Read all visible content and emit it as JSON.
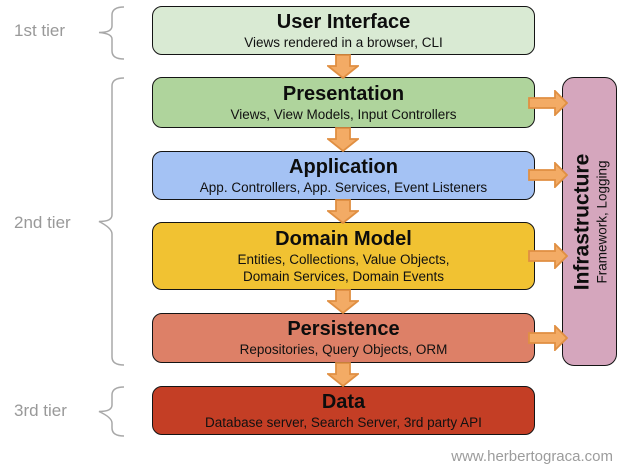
{
  "tiers": [
    {
      "label": "1st tier"
    },
    {
      "label": "2nd tier"
    },
    {
      "label": "3rd tier"
    }
  ],
  "layers": [
    {
      "title": "User Interface",
      "subtitle": "Views rendered in a browser, CLI",
      "color": "#d9ead3"
    },
    {
      "title": "Presentation",
      "subtitle": "Views, View Models, Input Controllers",
      "color": "#afd49c"
    },
    {
      "title": "Application",
      "subtitle": "App. Controllers, App. Services, Event Listeners",
      "color": "#a4c2f4"
    },
    {
      "title": "Domain Model",
      "subtitle": "Entities, Collections, Value Objects,",
      "subtitle2": "Domain Services, Domain Events",
      "color": "#f1c232"
    },
    {
      "title": "Persistence",
      "subtitle": "Repositories, Query Objects, ORM",
      "color": "#dd8067"
    },
    {
      "title": "Data",
      "subtitle": "Database server, Search Server, 3rd party API",
      "color": "#c43e25"
    }
  ],
  "infrastructure": {
    "title": "Infrastructure",
    "subtitle": "Framework, Logging",
    "color": "#d5a6bd"
  },
  "watermark": "www.herbertograca.com",
  "colors": {
    "arrow_fill": "#f3ab65",
    "arrow_stroke": "#e08f42",
    "brace": "#a8a8a8",
    "box_border": "#141414"
  }
}
